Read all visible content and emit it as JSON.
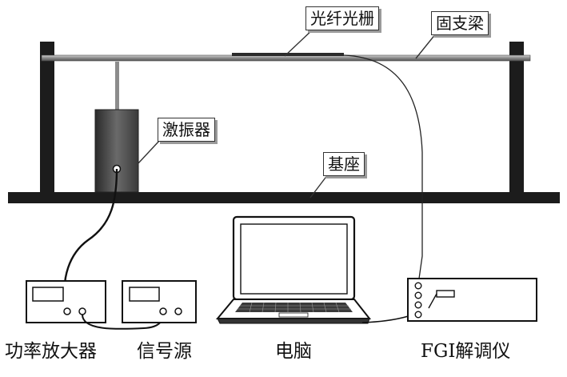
{
  "labels": {
    "fbg": "光纤光栅",
    "beam": "固支梁",
    "shaker": "激振器",
    "base": "基座",
    "amplifier": "功率放大器",
    "signal_source": "信号源",
    "computer": "电脑",
    "interrogator": "FGI解调仪"
  }
}
